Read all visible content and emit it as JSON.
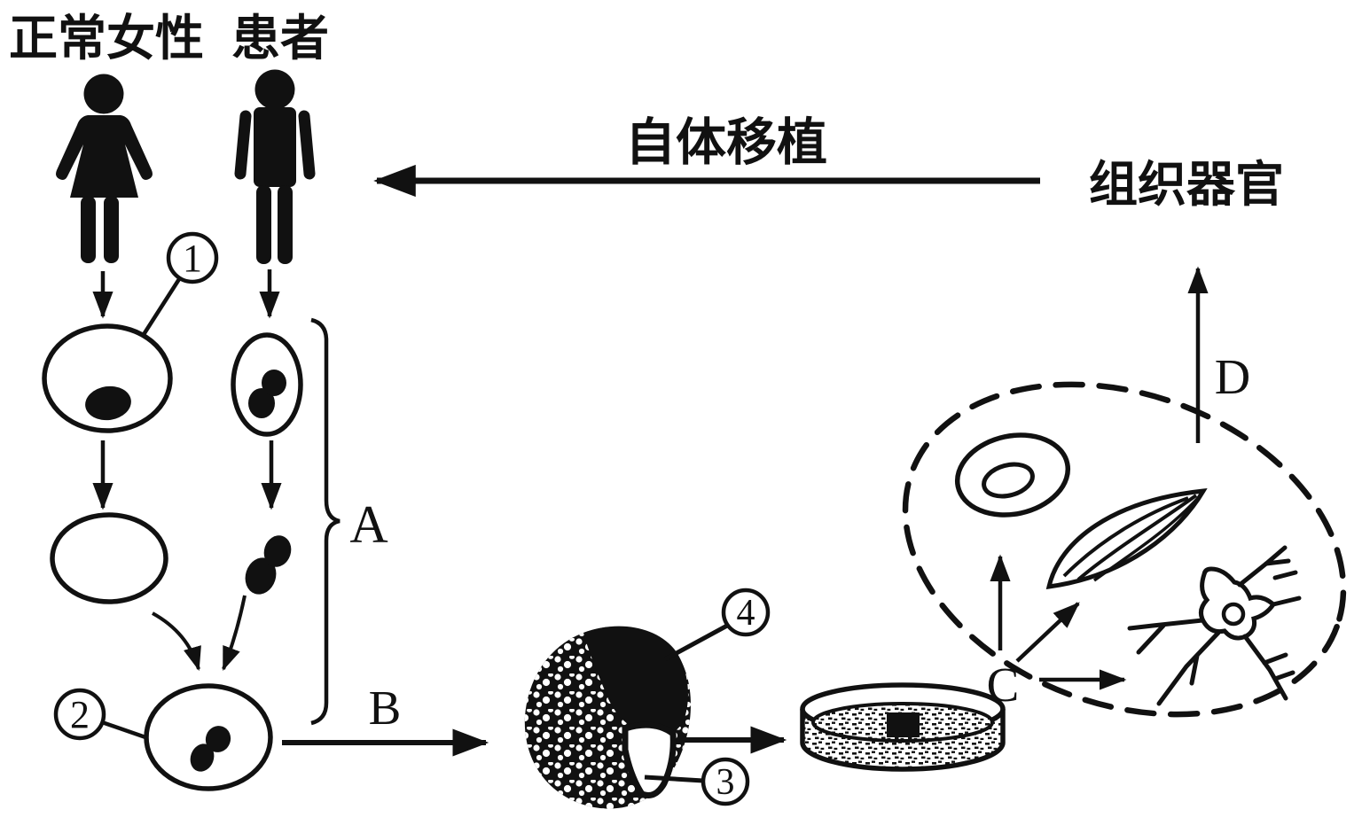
{
  "labels": {
    "normal_female": "正常女性",
    "patient": "患者",
    "autologous_transplant": "自体移植",
    "tissue_organ": "组织器官",
    "brace_a": "A",
    "arrow_b": "B",
    "hub_c": "C",
    "arrow_d": "D",
    "callout_1": "1",
    "callout_2": "2",
    "callout_3": "3",
    "callout_4": "4"
  },
  "colors": {
    "ink": "#111111",
    "background": "#ffffff"
  },
  "icons": {
    "female_figure": "female-silhouette",
    "male_figure": "male-silhouette",
    "egg_cell": "oocyte-with-nucleus",
    "enucleated_egg": "enucleated-oocyte",
    "patient_cell": "somatic-cell-with-nucleus",
    "isolated_nucleus": "cell-nucleus",
    "reconstructed_cell": "fused-cell-with-nucleus",
    "blastocyst": "blastocyst-with-inner-cell-mass",
    "culture_dish": "petri-dish-with-tissue-sample",
    "oval_cell": "epithelial-cell",
    "muscle_cell": "striated-muscle-cell",
    "nerve_cell": "neuron",
    "cell_group_boundary": "dashed-ellipse"
  }
}
